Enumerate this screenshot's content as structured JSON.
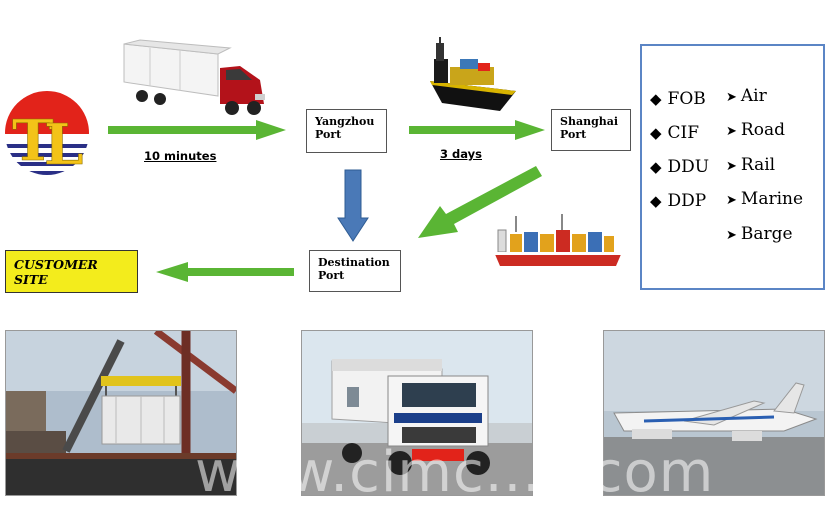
{
  "nodes": {
    "yangzhou": {
      "line1": "Yangzhou",
      "line2": "Port"
    },
    "shanghai": {
      "line1": "Shanghai",
      "line2": "Port"
    },
    "destination": {
      "line1": "Destination",
      "line2": "Port"
    },
    "customer": {
      "line1": "CUSTOMER",
      "line2": "SITE"
    }
  },
  "edges": {
    "factory_to_yangzhou": "10 minutes",
    "yangzhou_to_shanghai": "3 days"
  },
  "terms": [
    "FOB",
    "CIF",
    "DDU",
    "DDP"
  ],
  "modes": [
    "Air",
    "Road",
    "Rail",
    "Marine",
    "Barge"
  ],
  "watermark": "www.cimc...c.com",
  "colors": {
    "arrow_green": "#5ab534",
    "arrow_blue": "#4a79b7",
    "customer_yellow": "#f3ec1c",
    "terms_border": "#5b85c5"
  },
  "icons": {
    "term_bullet": "diamond-bullet",
    "mode_bullet": "arrowhead-bullet"
  }
}
